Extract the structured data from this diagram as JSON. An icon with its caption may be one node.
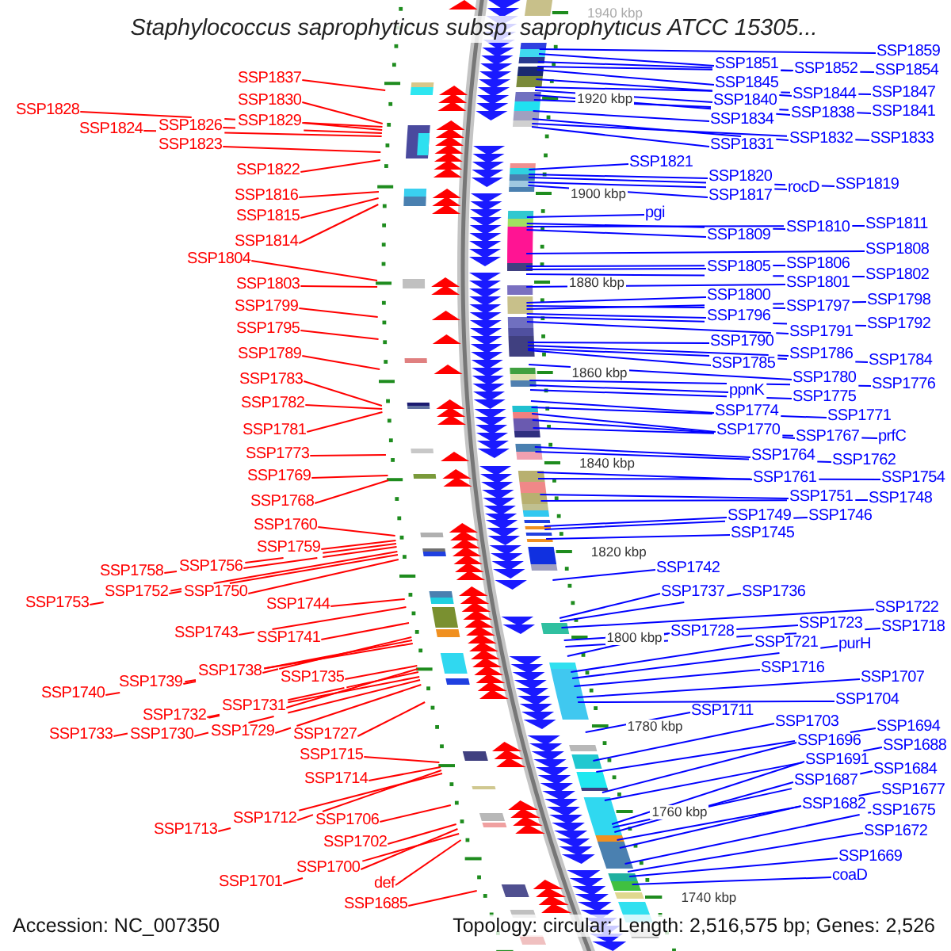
{
  "diagram": {
    "title": "Staphylococcus saprophyticus subsp. saprophyticus ATCC 15305...",
    "nodes": [
      {
        "text": [
          "SSP1837"
        ]
      },
      {
        "text": [
          "SSP1830"
        ]
      },
      {
        "text": [
          "SSP1828"
        ]
      },
      {
        "text": [
          "SSP1829"
        ]
      },
      {
        "text": [
          "SSP1826"
        ]
      },
      {
        "text": [
          "SSP1824"
        ]
      },
      {
        "text": [
          "SSP1823"
        ]
      },
      {
        "text": [
          "SSP1822"
        ]
      },
      {
        "text": [
          "SSP1816"
        ]
      },
      {
        "text": [
          "SSP1815"
        ]
      },
      {
        "text": [
          "SSP1814"
        ]
      },
      {
        "text": [
          "SSP1804"
        ]
      },
      {
        "text": [
          "SSP1803"
        ]
      },
      {
        "text": [
          "SSP1799"
        ]
      },
      {
        "text": [
          "SSP1795"
        ]
      },
      {
        "text": [
          "SSP1789"
        ]
      },
      {
        "text": [
          "SSP1783"
        ]
      },
      {
        "text": [
          "SSP1782"
        ]
      },
      {
        "text": [
          "SSP1781"
        ]
      },
      {
        "text": [
          "SSP1773"
        ]
      },
      {
        "text": [
          "SSP1769"
        ]
      },
      {
        "text": [
          "SSP1768"
        ]
      },
      {
        "text": [
          "SSP1760"
        ]
      },
      {
        "text": [
          "SSP1759"
        ]
      },
      {
        "text": [
          "SSP1756"
        ]
      },
      {
        "text": [
          "SSP1758"
        ]
      },
      {
        "text": [
          "SSP1752"
        ]
      },
      {
        "text": [
          "SSP1750"
        ]
      },
      {
        "text": [
          "SSP1753"
        ]
      },
      {
        "text": [
          "SSP1744"
        ]
      },
      {
        "text": [
          "SSP1743"
        ]
      },
      {
        "text": [
          "SSP1741"
        ]
      },
      {
        "text": [
          "SSP1738"
        ]
      },
      {
        "text": [
          "SSP1735"
        ]
      },
      {
        "text": [
          "SSP1739"
        ]
      },
      {
        "text": [
          "SSP1740"
        ]
      },
      {
        "text": [
          "SSP1731"
        ]
      },
      {
        "text": [
          "SSP1732"
        ]
      },
      {
        "text": [
          "SSP1729"
        ]
      },
      {
        "text": [
          "SSP1733"
        ]
      },
      {
        "text": [
          "SSP1730"
        ]
      },
      {
        "text": [
          "SSP1727"
        ]
      },
      {
        "text": [
          "SSP1715"
        ]
      },
      {
        "text": [
          "SSP1714"
        ]
      },
      {
        "text": [
          "SSP1712"
        ]
      },
      {
        "text": [
          "SSP1706"
        ]
      },
      {
        "text": [
          "SSP1713"
        ]
      },
      {
        "text": [
          "SSP1702"
        ]
      },
      {
        "text": [
          "SSP1700"
        ]
      },
      {
        "text": [
          "SSP1701"
        ]
      },
      {
        "text": [
          "def"
        ]
      },
      {
        "text": [
          "SSP1685"
        ]
      },
      {
        "text": [
          "SSP1859"
        ]
      },
      {
        "text": [
          "SSP1851"
        ]
      },
      {
        "text": [
          "SSP1852"
        ]
      },
      {
        "text": [
          "SSP1854"
        ]
      },
      {
        "text": [
          "SSP1845"
        ]
      },
      {
        "text": [
          "SSP1844"
        ]
      },
      {
        "text": [
          "SSP1847"
        ]
      },
      {
        "text": [
          "SSP1840"
        ]
      },
      {
        "text": [
          "SSP1838"
        ]
      },
      {
        "text": [
          "SSP1841"
        ]
      },
      {
        "text": [
          "SSP1834"
        ]
      },
      {
        "text": [
          "SSP1832"
        ]
      },
      {
        "text": [
          "SSP1833"
        ]
      },
      {
        "text": [
          "SSP1831"
        ]
      },
      {
        "text": [
          "SSP1821"
        ]
      },
      {
        "text": [
          "SSP1820"
        ]
      },
      {
        "text": [
          "SSP1819"
        ]
      },
      {
        "text": [
          "rocD"
        ]
      },
      {
        "text": [
          "SSP1817"
        ]
      },
      {
        "text": [
          "pgi"
        ]
      },
      {
        "text": [
          "SSP1810"
        ]
      },
      {
        "text": [
          "SSP1811"
        ]
      },
      {
        "text": [
          "SSP1809"
        ]
      },
      {
        "text": [
          "SSP1808"
        ]
      },
      {
        "text": [
          "SSP1806"
        ]
      },
      {
        "text": [
          "SSP1805"
        ]
      },
      {
        "text": [
          "SSP1802"
        ]
      },
      {
        "text": [
          "SSP1801"
        ]
      },
      {
        "text": [
          "SSP1800"
        ]
      },
      {
        "text": [
          "SSP1797"
        ]
      },
      {
        "text": [
          "SSP1798"
        ]
      },
      {
        "text": [
          "SSP1796"
        ]
      },
      {
        "text": [
          "SSP1792"
        ]
      },
      {
        "text": [
          "SSP1791"
        ]
      },
      {
        "text": [
          "SSP1790"
        ]
      },
      {
        "text": [
          "SSP1786"
        ]
      },
      {
        "text": [
          "SSP1784"
        ]
      },
      {
        "text": [
          "SSP1785"
        ]
      },
      {
        "text": [
          "SSP1780"
        ]
      },
      {
        "text": [
          "SSP1776"
        ]
      },
      {
        "text": [
          "ppnK"
        ]
      },
      {
        "text": [
          "SSP1775"
        ]
      },
      {
        "text": [
          "SSP1774"
        ]
      },
      {
        "text": [
          "SSP1771"
        ]
      },
      {
        "text": [
          "SSP1770"
        ]
      },
      {
        "text": [
          "SSP1767"
        ]
      },
      {
        "text": [
          "prfC"
        ]
      },
      {
        "text": [
          "SSP1764"
        ]
      },
      {
        "text": [
          "SSP1762"
        ]
      },
      {
        "text": [
          "SSP1761"
        ]
      },
      {
        "text": [
          "SSP1754"
        ]
      },
      {
        "text": [
          "SSP1751"
        ]
      },
      {
        "text": [
          "SSP1748"
        ]
      },
      {
        "text": [
          "SSP1749"
        ]
      },
      {
        "text": [
          "SSP1746"
        ]
      },
      {
        "text": [
          "SSP1745"
        ]
      },
      {
        "text": [
          "SSP1742"
        ]
      },
      {
        "text": [
          "SSP1737"
        ]
      },
      {
        "text": [
          "SSP1736"
        ]
      },
      {
        "text": [
          "SSP1722"
        ]
      },
      {
        "text": [
          "SSP1723"
        ]
      },
      {
        "text": [
          "SSP1718"
        ]
      },
      {
        "text": [
          "SSP1728"
        ]
      },
      {
        "text": [
          "SSP1721"
        ]
      },
      {
        "text": [
          "purH"
        ]
      },
      {
        "text": [
          "SSP1716"
        ]
      },
      {
        "text": [
          "SSP1707"
        ]
      },
      {
        "text": [
          "SSP1704"
        ]
      },
      {
        "text": [
          "SSP1711"
        ]
      },
      {
        "text": [
          "SSP1703"
        ]
      },
      {
        "text": [
          "SSP1694"
        ]
      },
      {
        "text": [
          "SSP1696"
        ]
      },
      {
        "text": [
          "SSP1688"
        ]
      },
      {
        "text": [
          "SSP1691"
        ]
      },
      {
        "text": [
          "SSP1684"
        ]
      },
      {
        "text": [
          "SSP1687"
        ]
      },
      {
        "text": [
          "SSP1677"
        ]
      },
      {
        "text": [
          "SSP1682"
        ]
      },
      {
        "text": [
          "SSP1675"
        ]
      },
      {
        "text": [
          "SSP1672"
        ]
      },
      {
        "text": [
          "SSP1669"
        ]
      },
      {
        "text": [
          "coaD"
        ]
      }
    ],
    "edges": [
      {
        "from": 0,
        "to": null,
        "arrow": "none",
        "color": "#ff0000"
      },
      {
        "from": 1,
        "to": null,
        "arrow": "none",
        "color": "#ff0000"
      },
      {
        "from": 2,
        "to": null,
        "arrow": "none",
        "color": "#ff0000"
      },
      {
        "from": 3,
        "to": null,
        "arrow": "none",
        "color": "#ff0000"
      },
      {
        "from": 4,
        "to": null,
        "arrow": "none",
        "color": "#ff0000"
      },
      {
        "from": 5,
        "to": null,
        "arrow": "none",
        "color": "#ff0000"
      },
      {
        "from": 6,
        "to": null,
        "arrow": "none",
        "color": "#ff0000"
      },
      {
        "from": 7,
        "to": null,
        "arrow": "none",
        "color": "#ff0000"
      },
      {
        "from": 8,
        "to": null,
        "arrow": "none",
        "color": "#ff0000"
      },
      {
        "from": 9,
        "to": null,
        "arrow": "none",
        "color": "#ff0000"
      },
      {
        "from": 10,
        "to": null,
        "arrow": "none",
        "color": "#ff0000"
      },
      {
        "from": 11,
        "to": null,
        "arrow": "none",
        "color": "#ff0000"
      },
      {
        "from": 12,
        "to": null,
        "arrow": "none",
        "color": "#ff0000"
      },
      {
        "from": 13,
        "to": null,
        "arrow": "none",
        "color": "#ff0000"
      },
      {
        "from": 14,
        "to": null,
        "arrow": "none",
        "color": "#ff0000"
      },
      {
        "from": 15,
        "to": null,
        "arrow": "none",
        "color": "#ff0000"
      },
      {
        "from": 16,
        "to": null,
        "arrow": "none",
        "color": "#ff0000"
      },
      {
        "from": 17,
        "to": null,
        "arrow": "none",
        "color": "#ff0000"
      },
      {
        "from": 18,
        "to": null,
        "arrow": "none",
        "color": "#ff0000"
      },
      {
        "from": 19,
        "to": null,
        "arrow": "none",
        "color": "#ff0000"
      },
      {
        "from": 20,
        "to": null,
        "arrow": "none",
        "color": "#ff0000"
      },
      {
        "from": 21,
        "to": null,
        "arrow": "none",
        "color": "#ff0000"
      },
      {
        "from": 22,
        "to": null,
        "arrow": "none",
        "color": "#ff0000"
      },
      {
        "from": 23,
        "to": null,
        "arrow": "none",
        "color": "#ff0000"
      },
      {
        "from": 24,
        "to": null,
        "arrow": "none",
        "color": "#ff0000"
      },
      {
        "from": 25,
        "to": null,
        "arrow": "none",
        "color": "#ff0000"
      },
      {
        "from": 26,
        "to": null,
        "arrow": "none",
        "color": "#ff0000"
      },
      {
        "from": 27,
        "to": null,
        "arrow": "none",
        "color": "#ff0000"
      },
      {
        "from": 28,
        "to": null,
        "arrow": "none",
        "color": "#ff0000"
      },
      {
        "from": 29,
        "to": null,
        "arrow": "none",
        "color": "#ff0000"
      },
      {
        "from": 30,
        "to": null,
        "arrow": "none",
        "color": "#ff0000"
      },
      {
        "from": 31,
        "to": null,
        "arrow": "none",
        "color": "#ff0000"
      },
      {
        "from": 32,
        "to": null,
        "arrow": "none",
        "color": "#ff0000"
      },
      {
        "from": 33,
        "to": null,
        "arrow": "none",
        "color": "#ff0000"
      },
      {
        "from": 34,
        "to": null,
        "arrow": "none",
        "color": "#ff0000"
      },
      {
        "from": 35,
        "to": null,
        "arrow": "none",
        "color": "#ff0000"
      },
      {
        "from": 36,
        "to": null,
        "arrow": "none",
        "color": "#ff0000"
      },
      {
        "from": 37,
        "to": null,
        "arrow": "none",
        "color": "#ff0000"
      },
      {
        "from": 38,
        "to": null,
        "arrow": "none",
        "color": "#ff0000"
      },
      {
        "from": 39,
        "to": null,
        "arrow": "none",
        "color": "#ff0000"
      },
      {
        "from": 40,
        "to": null,
        "arrow": "none",
        "color": "#ff0000"
      },
      {
        "from": 41,
        "to": null,
        "arrow": "none",
        "color": "#ff0000"
      },
      {
        "from": 42,
        "to": null,
        "arrow": "none",
        "color": "#ff0000"
      },
      {
        "from": 43,
        "to": null,
        "arrow": "none",
        "color": "#ff0000"
      },
      {
        "from": 44,
        "to": null,
        "arrow": "none",
        "color": "#ff0000"
      },
      {
        "from": 45,
        "to": null,
        "arrow": "none",
        "color": "#ff0000"
      },
      {
        "from": 46,
        "to": null,
        "arrow": "none",
        "color": "#ff0000"
      },
      {
        "from": 47,
        "to": null,
        "arrow": "none",
        "color": "#ff0000"
      },
      {
        "from": 48,
        "to": null,
        "arrow": "none",
        "color": "#ff0000"
      },
      {
        "from": 49,
        "to": null,
        "arrow": "none",
        "color": "#ff0000"
      },
      {
        "from": 50,
        "to": null,
        "arrow": "none",
        "color": "#ff0000"
      },
      {
        "from": 51,
        "to": null,
        "arrow": "none",
        "color": "#ff0000"
      },
      {
        "from": 52,
        "to": null,
        "arrow": "none"
      },
      {
        "from": 53,
        "to": null,
        "arrow": "none"
      },
      {
        "from": 54,
        "to": null,
        "arrow": "none"
      },
      {
        "from": 55,
        "to": null,
        "arrow": "none"
      },
      {
        "from": 56,
        "to": null,
        "arrow": "none"
      },
      {
        "from": 57,
        "to": null,
        "arrow": "none"
      },
      {
        "from": 58,
        "to": null,
        "arrow": "none"
      },
      {
        "from": 59,
        "to": null,
        "arrow": "none"
      },
      {
        "from": 60,
        "to": null,
        "arrow": "none"
      },
      {
        "from": 61,
        "to": null,
        "arrow": "none"
      },
      {
        "from": 62,
        "to": null,
        "arrow": "none"
      },
      {
        "from": 63,
        "to": null,
        "arrow": "none"
      },
      {
        "from": 64,
        "to": null,
        "arrow": "none"
      },
      {
        "from": 65,
        "to": null,
        "arrow": "none"
      },
      {
        "from": 66,
        "to": null,
        "arrow": "none"
      },
      {
        "from": 67,
        "to": null,
        "arrow": "none"
      },
      {
        "from": 68,
        "to": null,
        "arrow": "none"
      },
      {
        "from": 69,
        "to": null,
        "arrow": "none"
      },
      {
        "from": 70,
        "to": null,
        "arrow": "none"
      },
      {
        "from": 71,
        "to": null,
        "arrow": "none"
      },
      {
        "from": 72,
        "to": null,
        "arrow": "none"
      },
      {
        "from": 73,
        "to": null,
        "arrow": "none"
      },
      {
        "from": 74,
        "to": null,
        "arrow": "none"
      },
      {
        "from": 75,
        "to": null,
        "arrow": "none"
      },
      {
        "from": 76,
        "to": null,
        "arrow": "none"
      },
      {
        "from": 77,
        "to": null,
        "arrow": "none"
      },
      {
        "from": 78,
        "to": null,
        "arrow": "none"
      },
      {
        "from": 79,
        "to": null,
        "arrow": "none"
      },
      {
        "from": 80,
        "to": null,
        "arrow": "none"
      },
      {
        "from": 81,
        "to": null,
        "arrow": "none"
      },
      {
        "from": 82,
        "to": null,
        "arrow": "none"
      },
      {
        "from": 83,
        "to": null,
        "arrow": "none"
      },
      {
        "from": 84,
        "to": null,
        "arrow": "none"
      },
      {
        "from": 85,
        "to": null,
        "arrow": "none"
      },
      {
        "from": 86,
        "to": null,
        "arrow": "none"
      },
      {
        "from": 87,
        "to": null,
        "arrow": "none"
      },
      {
        "from": 88,
        "to": null,
        "arrow": "none"
      },
      {
        "from": 89,
        "to": null,
        "arrow": "none"
      },
      {
        "from": 90,
        "to": null,
        "arrow": "none"
      },
      {
        "from": 91,
        "to": null,
        "arrow": "none"
      },
      {
        "from": 92,
        "to": null,
        "arrow": "none"
      },
      {
        "from": 93,
        "to": null,
        "arrow": "none"
      },
      {
        "from": 94,
        "to": null,
        "arrow": "none"
      },
      {
        "from": 95,
        "to": null,
        "arrow": "none"
      },
      {
        "from": 96,
        "to": null,
        "arrow": "none"
      },
      {
        "from": 97,
        "to": null,
        "arrow": "none"
      },
      {
        "from": 98,
        "to": null,
        "arrow": "none"
      },
      {
        "from": 99,
        "to": null,
        "arrow": "none"
      },
      {
        "from": 100,
        "to": null,
        "arrow": "none"
      },
      {
        "from": 101,
        "to": null,
        "arrow": "none"
      },
      {
        "from": 102,
        "to": null,
        "arrow": "none"
      },
      {
        "from": 103,
        "to": null,
        "arrow": "none"
      },
      {
        "from": 104,
        "to": null,
        "arrow": "none"
      },
      {
        "from": 105,
        "to": null,
        "arrow": "none"
      },
      {
        "from": 106,
        "to": null,
        "arrow": "none"
      },
      {
        "from": 107,
        "to": null,
        "arrow": "none"
      },
      {
        "from": 108,
        "to": null,
        "arrow": "none"
      },
      {
        "from": 109,
        "to": null,
        "arrow": "none"
      },
      {
        "from": 110,
        "to": null,
        "arrow": "none"
      },
      {
        "from": 111,
        "to": null,
        "arrow": "none"
      },
      {
        "from": 112,
        "to": null,
        "arrow": "none"
      },
      {
        "from": 113,
        "to": null,
        "arrow": "none"
      },
      {
        "from": 114,
        "to": null,
        "arrow": "none"
      },
      {
        "from": 115,
        "to": null,
        "arrow": "none"
      },
      {
        "from": 116,
        "to": null,
        "arrow": "none"
      },
      {
        "from": 117,
        "to": null,
        "arrow": "none"
      },
      {
        "from": 118,
        "to": null,
        "arrow": "none"
      },
      {
        "from": 119,
        "to": null,
        "arrow": "none"
      },
      {
        "from": 120,
        "to": null,
        "arrow": "none"
      },
      {
        "from": 121,
        "to": null,
        "arrow": "none"
      },
      {
        "from": 122,
        "to": null,
        "arrow": "none"
      },
      {
        "from": 123,
        "to": null,
        "arrow": "none"
      },
      {
        "from": 124,
        "to": null,
        "arrow": "none"
      },
      {
        "from": 125,
        "to": null,
        "arrow": "none"
      },
      {
        "from": 126,
        "to": null,
        "arrow": "none"
      },
      {
        "from": 127,
        "to": null,
        "arrow": "none"
      },
      {
        "from": 128,
        "to": null,
        "arrow": "none"
      },
      {
        "from": 129,
        "to": null,
        "arrow": "none"
      },
      {
        "from": 130,
        "to": null,
        "arrow": "none"
      },
      {
        "from": 131,
        "to": null,
        "arrow": "none"
      },
      {
        "from": 132,
        "to": null,
        "arrow": "none"
      },
      {
        "from": 133,
        "to": null,
        "arrow": "none"
      }
    ],
    "labels": [
      "1940 kbp",
      "1920 kbp",
      "1900 kbp",
      "1880 kbp",
      "1860 kbp",
      "1840 kbp",
      "1820 kbp",
      "1800 kbp",
      "1780 kbp",
      "1760 kbp",
      "1740 kbp",
      "Accession: NC_007350",
      "Topology: circular; Length: 2,516,575 bp; Genes: 2,526"
    ]
  }
}
